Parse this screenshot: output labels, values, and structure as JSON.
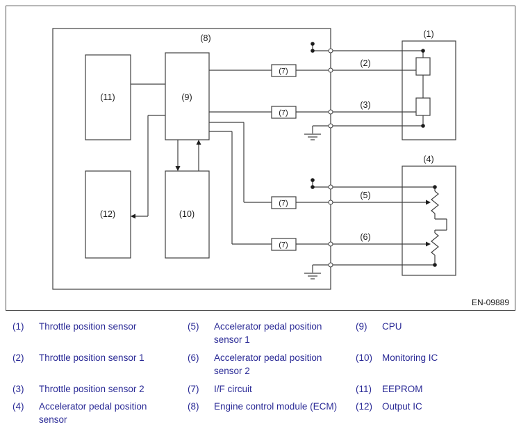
{
  "diagram": {
    "ref_code": "EN-09889",
    "blocks": {
      "ecm": "(8)",
      "eeprom": "(11)",
      "cpu": "(9)",
      "output_ic": "(12)",
      "monitoring_ic": "(10)",
      "if_circuit": "(7)",
      "throttle_sensor": "(1)",
      "accel_sensor": "(4)"
    },
    "wires": {
      "throttle1": "(2)",
      "throttle2": "(3)",
      "accel1": "(5)",
      "accel2": "(6)"
    }
  },
  "legend": {
    "items": [
      {
        "num": "(1)",
        "label": "Throttle position sensor"
      },
      {
        "num": "(5)",
        "label": "Accelerator pedal position sensor 1"
      },
      {
        "num": "(9)",
        "label": "CPU"
      },
      {
        "num": "(2)",
        "label": "Throttle position sensor 1"
      },
      {
        "num": "(6)",
        "label": "Accelerator pedal position sensor 2"
      },
      {
        "num": "(10)",
        "label": "Monitoring IC"
      },
      {
        "num": "(3)",
        "label": "Throttle position sensor 2"
      },
      {
        "num": "(7)",
        "label": "I/F circuit"
      },
      {
        "num": "(11)",
        "label": "EEPROM"
      },
      {
        "num": "(4)",
        "label": "Accelerator pedal position sensor"
      },
      {
        "num": "(8)",
        "label": "Engine control module (ECM)"
      },
      {
        "num": "(12)",
        "label": "Output IC"
      }
    ]
  },
  "colors": {
    "legend_text": "#2a2a96",
    "diagram_line": "#404040"
  }
}
